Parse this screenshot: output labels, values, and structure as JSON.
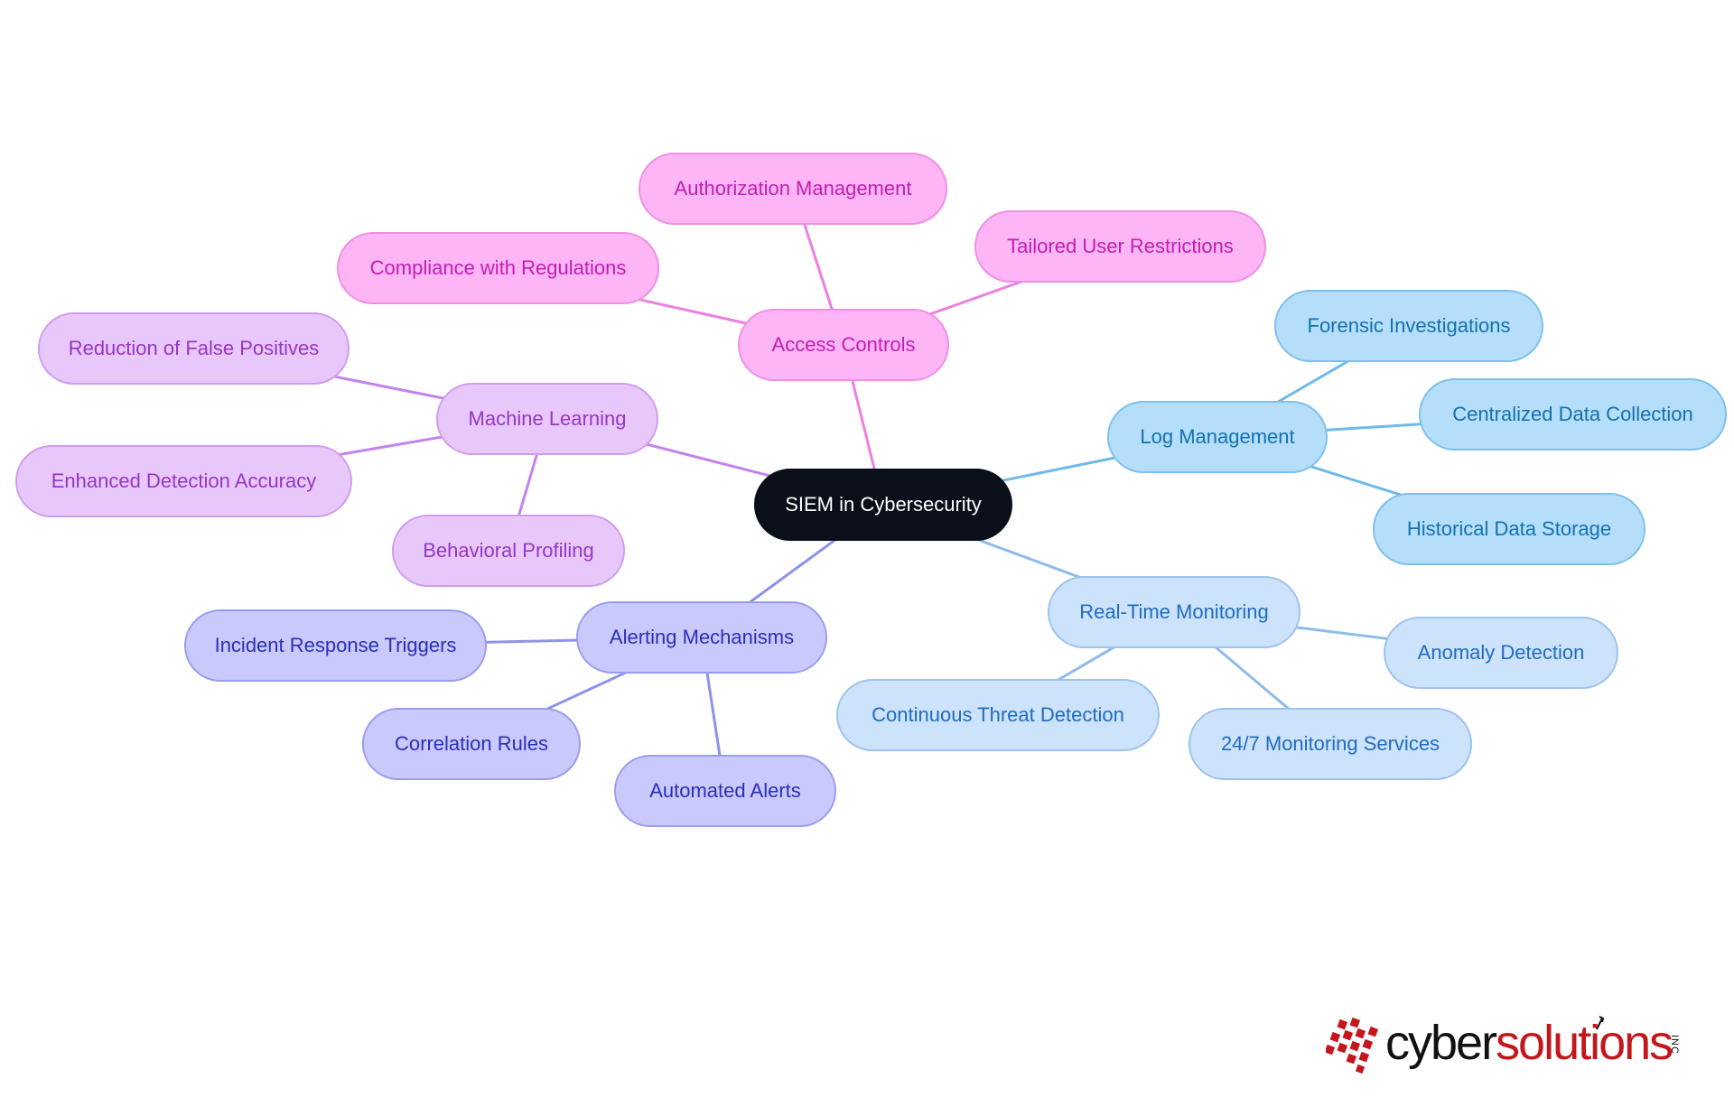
{
  "diagram": {
    "root": "SIEM in Cybersecurity",
    "branches": [
      {
        "id": "access",
        "label": "Access Controls",
        "color": "#ec7fe2",
        "children": [
          "Authorization Management",
          "Tailored User Restrictions",
          "Compliance with Regulations"
        ]
      },
      {
        "id": "ml",
        "label": "Machine Learning",
        "color": "#c483ec",
        "children": [
          "Reduction of False Positives",
          "Enhanced Detection Accuracy",
          "Behavioral Profiling"
        ]
      },
      {
        "id": "alert",
        "label": "Alerting Mechanisms",
        "color": "#8e93ea",
        "children": [
          "Incident Response Triggers",
          "Correlation Rules",
          "Automated Alerts"
        ]
      },
      {
        "id": "log",
        "label": "Log Management",
        "color": "#6fb9ea",
        "children": [
          "Forensic Investigations",
          "Centralized Data Collection",
          "Historical Data Storage"
        ]
      },
      {
        "id": "rt",
        "label": "Real-Time Monitoring",
        "color": "#8fbbe8",
        "children": [
          "Anomaly Detection",
          "Continuous Threat Detection",
          "24/7 Monitoring Services"
        ]
      }
    ]
  },
  "logo": {
    "cyber": "cyber",
    "solutions": "solutions",
    "inc": "INC",
    "accent": "#c4161c"
  }
}
